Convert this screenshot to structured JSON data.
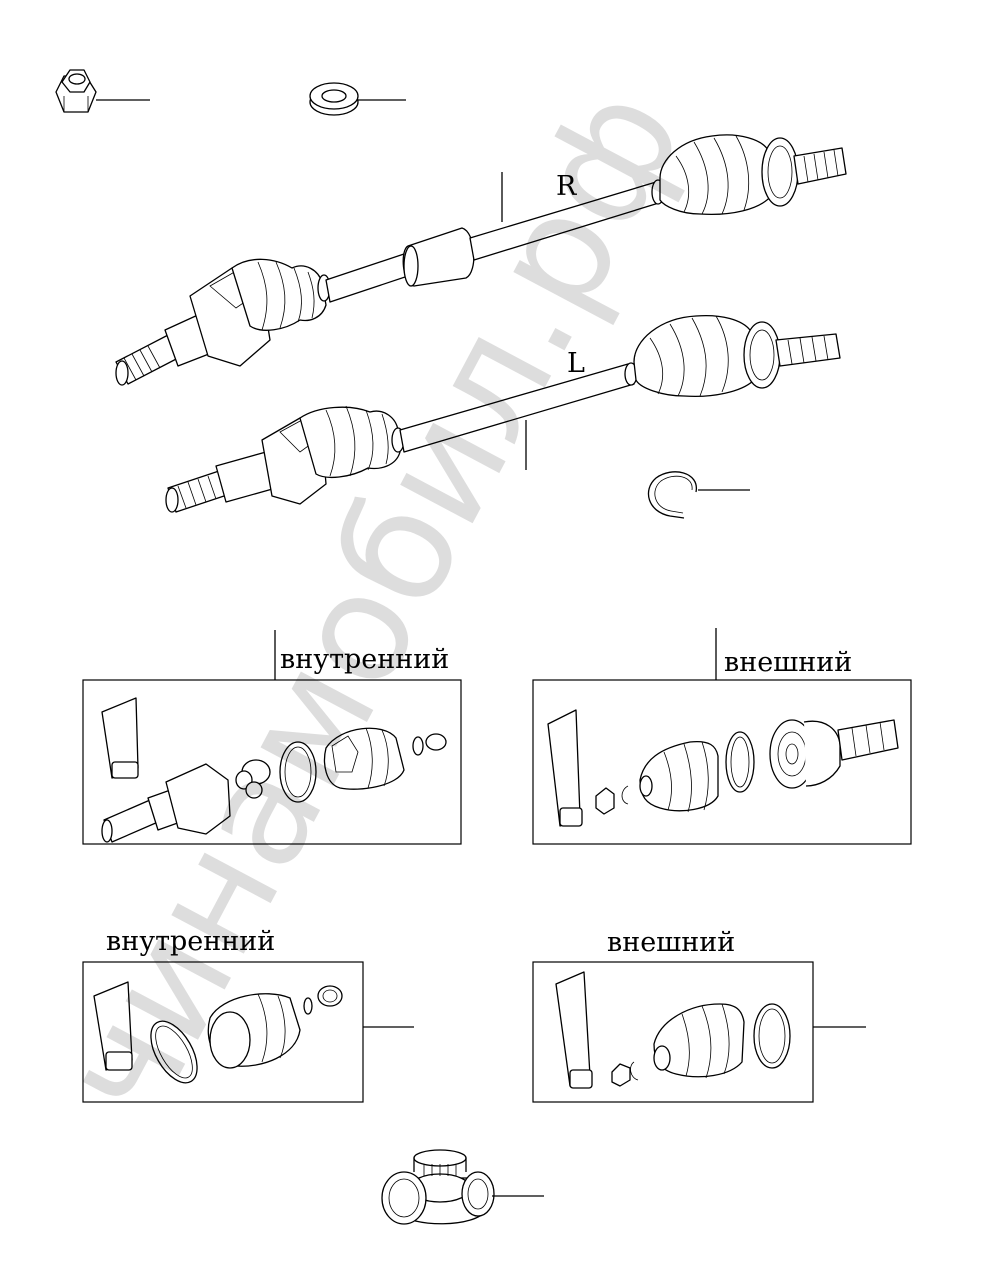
{
  "labels": {
    "right_shaft": "R",
    "left_shaft": "L",
    "kit1_title": "внутренний",
    "kit2_title": "внешний",
    "kit3_title": "внутренний",
    "kit4_title": "внешний"
  },
  "watermark": "чинамобил.рф",
  "colors": {
    "line": "#000000",
    "background": "#ffffff",
    "watermark": "#000000"
  }
}
